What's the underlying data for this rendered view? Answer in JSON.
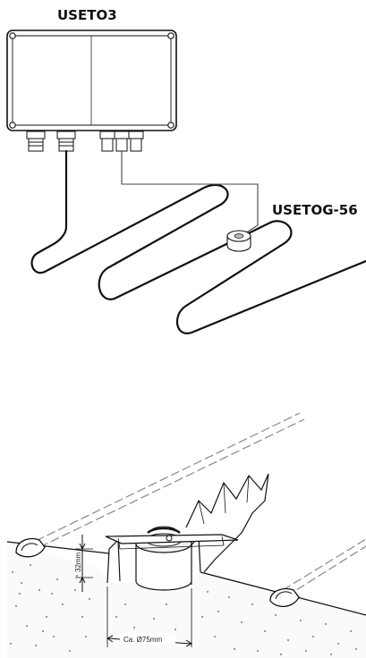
{
  "controller": {
    "label": "USETO3"
  },
  "sensor": {
    "label": "USETOG-56"
  },
  "dimensions": {
    "depth_label": "32mm",
    "diameter_label": "Ca. Ø75mm"
  }
}
